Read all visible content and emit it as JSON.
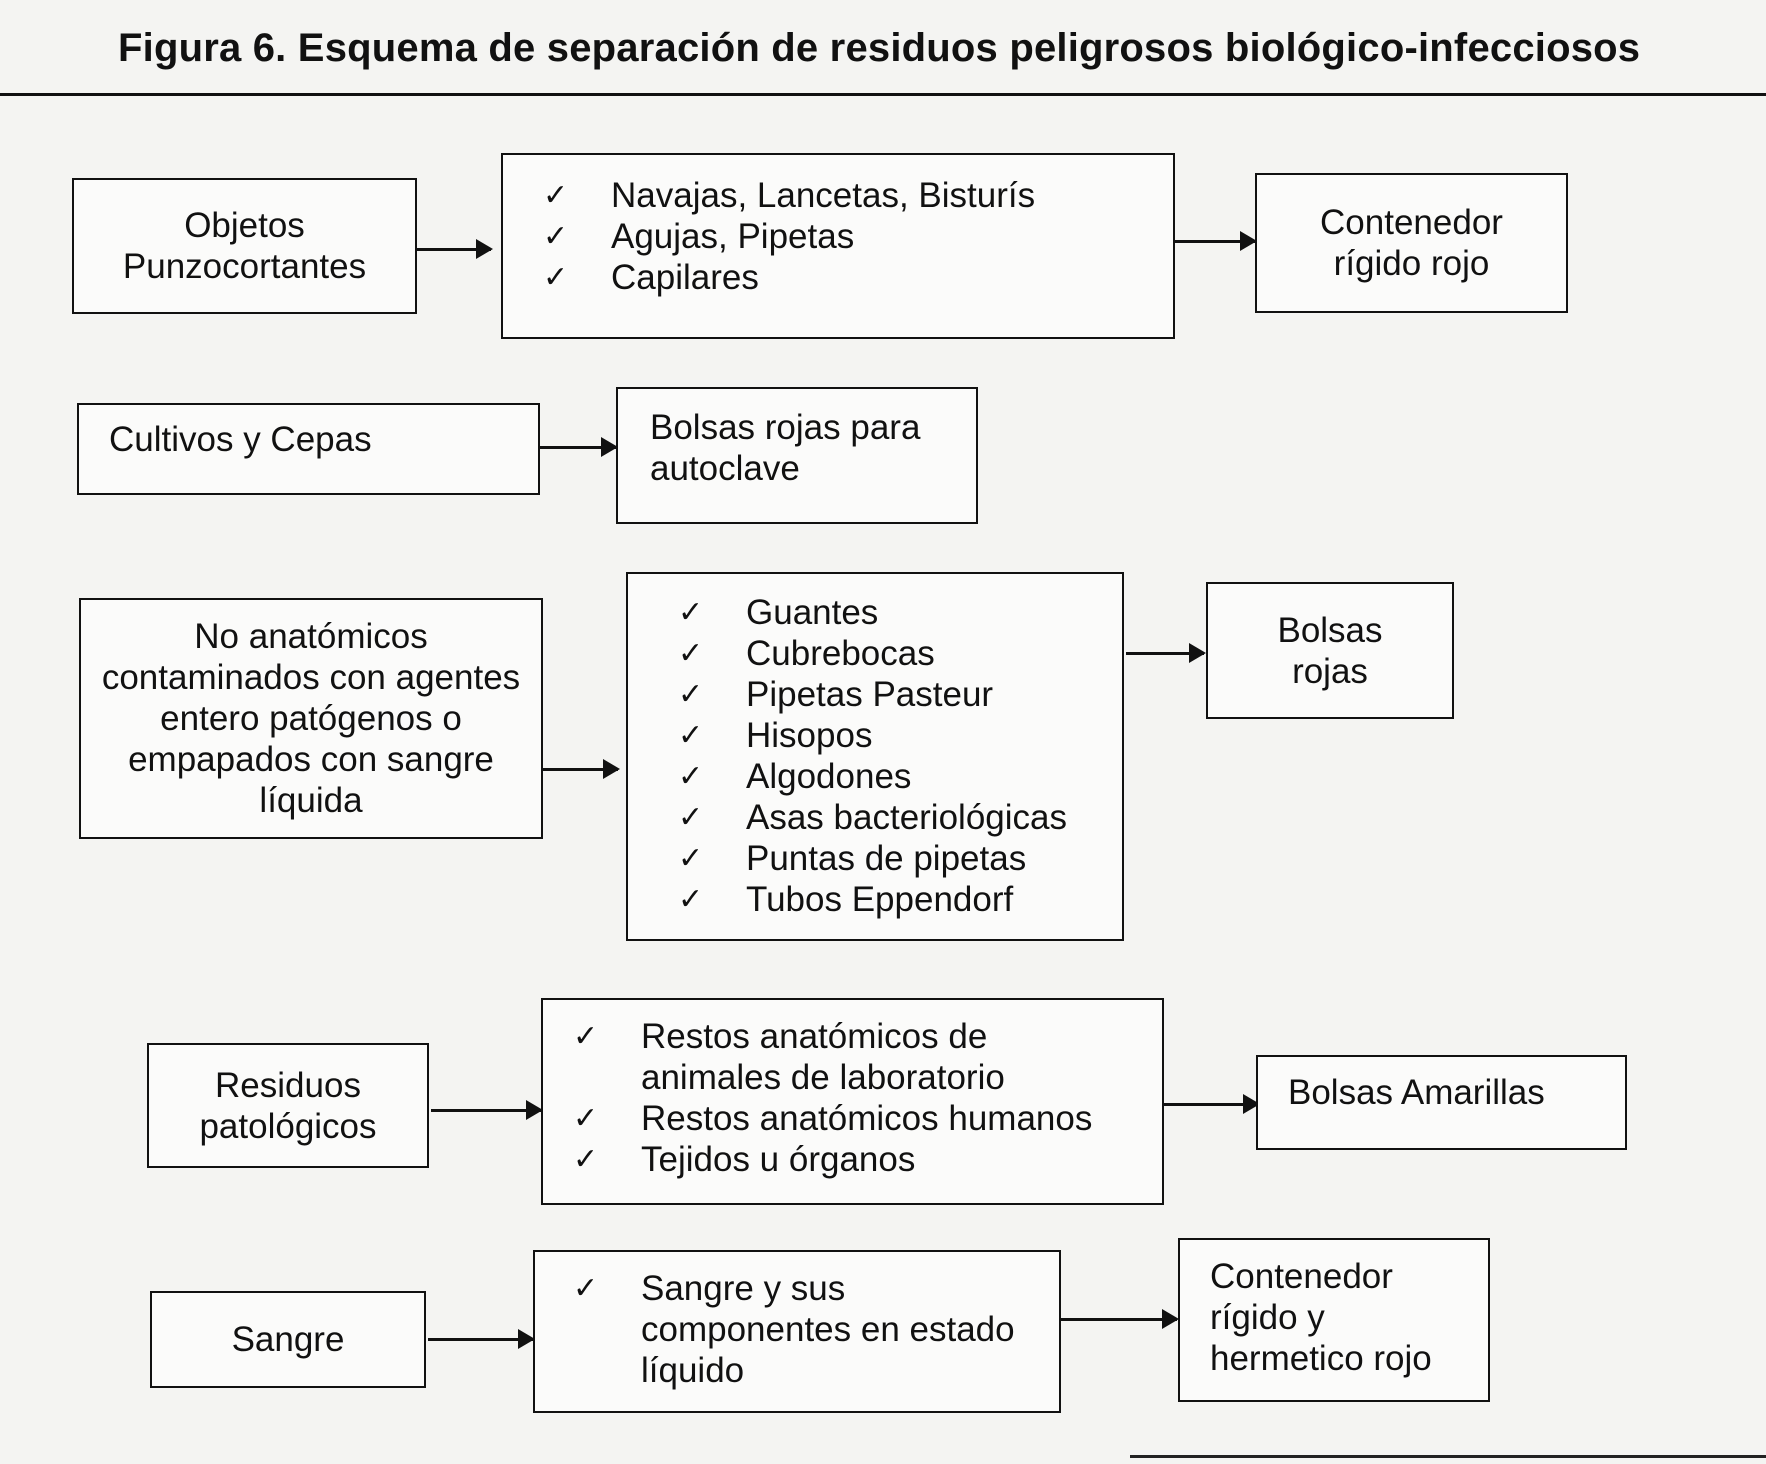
{
  "title": "Figura 6. Esquema de separación de residuos peligrosos biológico-infecciosos",
  "rows": [
    {
      "source": [
        "Objetos",
        "Punzocortantes"
      ],
      "items": [
        "Navajas, Lancetas, Bisturís",
        "Agujas, Pipetas",
        "Capilares"
      ],
      "destination": [
        "Contenedor",
        "rígido rojo"
      ]
    },
    {
      "source": [
        "Cultivos y Cepas"
      ],
      "destination": [
        "Bolsas rojas para",
        "autoclave"
      ]
    },
    {
      "source": [
        "No anatómicos",
        "contaminados con agentes",
        "entero patógenos o",
        "empapados con sangre",
        "líquida"
      ],
      "items": [
        "Guantes",
        "Cubrebocas",
        "Pipetas Pasteur",
        "Hisopos",
        "Algodones",
        "Asas bacteriológicas",
        "Puntas de pipetas",
        "Tubos Eppendorf"
      ],
      "destination": [
        "Bolsas",
        "rojas"
      ]
    },
    {
      "source": [
        "Residuos",
        "patológicos"
      ],
      "items": [
        "Restos anatómicos de|animales de laboratorio",
        "Restos anatómicos humanos",
        "Tejidos u órganos"
      ],
      "destination": [
        "Bolsas Amarillas"
      ]
    },
    {
      "source": [
        "Sangre"
      ],
      "items": [
        "Sangre y sus|componentes en estado|líquido"
      ],
      "destination": [
        "Contenedor",
        "rígido y",
        "hermetico rojo"
      ]
    }
  ],
  "check_mark": "✓",
  "colors": {
    "ink": "#111111",
    "paper": "#f4f4f2"
  }
}
